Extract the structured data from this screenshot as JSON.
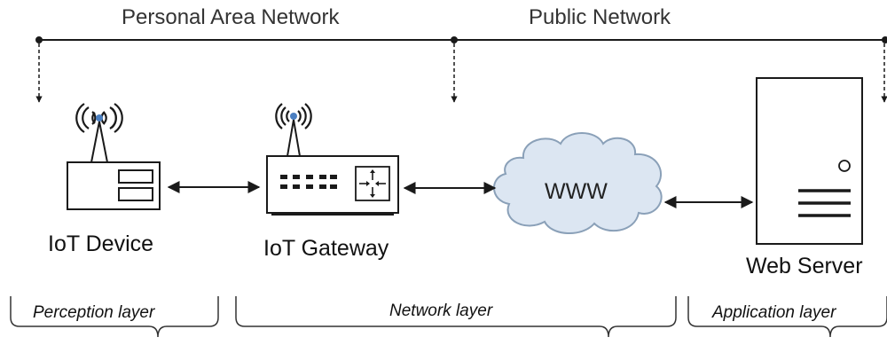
{
  "networks": {
    "personal": "Personal  Area Network",
    "public": "Public Network"
  },
  "devices": {
    "iot_device": "IoT Device",
    "iot_gateway": "IoT Gateway",
    "cloud": "WWW",
    "web_server": "Web Server"
  },
  "layers": {
    "perception": "Perception layer",
    "network": "Network layer",
    "application": "Application layer"
  },
  "colors": {
    "line": "#1a1a1a",
    "cloud_fill": "#dce6f2",
    "cloud_stroke": "#8aa0b8",
    "antenna_blue": "#4a7fc1"
  }
}
